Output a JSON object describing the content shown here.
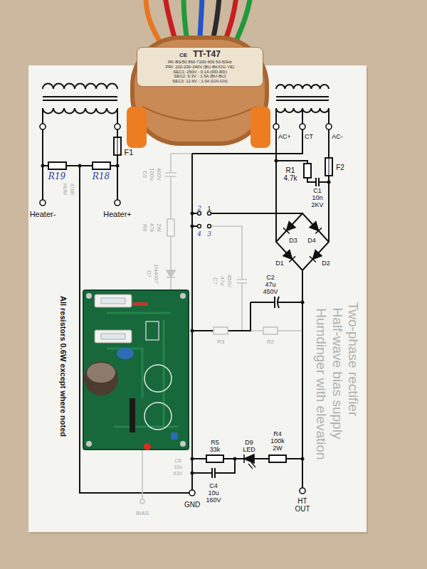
{
  "diagram": {
    "nodes": [
      {
        "text": [
          "CE",
          "TT-T47",
          "RK-BS/50 860-7200-600 50-60Hz",
          "PRI: 220-230-240V (BU-BK/OG-YE)",
          "SEC1: 250V - 0.1A (RD-RD)",
          "SEC2: 6.3V - 1.5A (BU-BU)",
          "SEC3: 12.6V - 1.0A (GN-GN)"
        ]
      }
    ],
    "labels": [
      "F1",
      "Heater-",
      "Heater+",
      "R19",
      "R18",
      "HUM",
      "470R",
      "AC+",
      "CT",
      "AC-",
      "R1",
      "4.7k",
      "F2",
      "C1",
      "10n",
      "2KV",
      "2",
      "1",
      "4",
      "3",
      "D4",
      "D3",
      "D1",
      "D2",
      "C2",
      "47u",
      "450V",
      "C5",
      "100u",
      "400V",
      "R6",
      "47k",
      "2W",
      "D7",
      "1N4007",
      "C7",
      "47u",
      "450V",
      "R3",
      "R2",
      "R4",
      "100k",
      "2W",
      "D9",
      "LED",
      "R5",
      "33k",
      "C8",
      "10u",
      "63V",
      "C4",
      "10u",
      "160V",
      "GND",
      "HT",
      "OUT",
      "BIAS",
      "All resistors 0.6W except where noted",
      "Two-phase rectifier",
      "Half-wave bias supply",
      "Humdinger with elevation"
    ]
  }
}
